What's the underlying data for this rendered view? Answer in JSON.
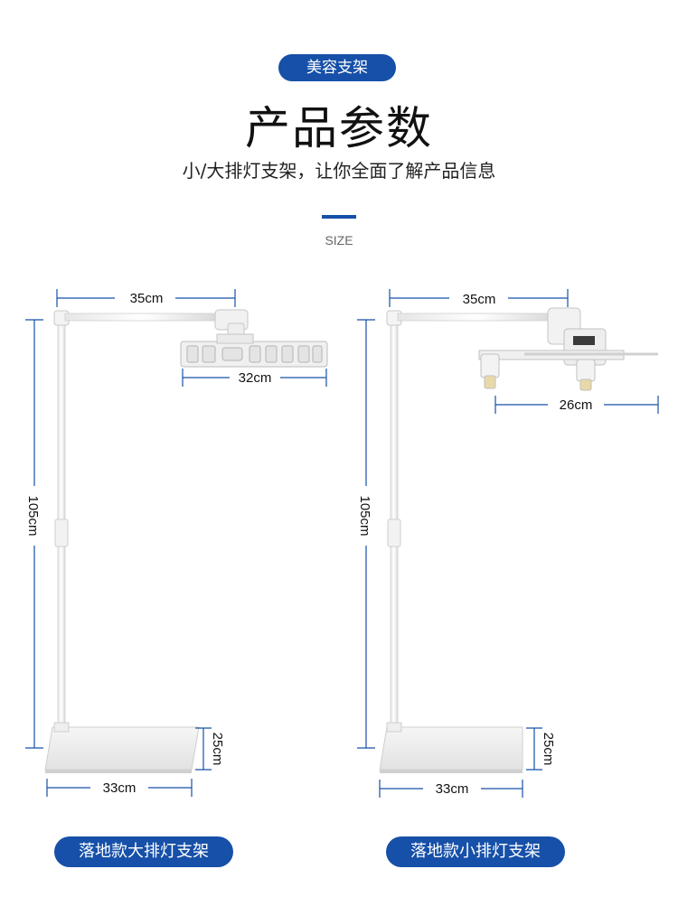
{
  "header": {
    "badge": "美容支架",
    "title": "产品参数",
    "subtitle": "小/大排灯支架，让你全面了解产品信息",
    "size_label": "SIZE"
  },
  "products": [
    {
      "label": "落地款大排灯支架",
      "dims": {
        "arm": "35cm",
        "lamp": "32cm",
        "height": "105cm",
        "base_depth": "25cm",
        "base_width": "33cm"
      }
    },
    {
      "label": "落地款小排灯支架",
      "dims": {
        "arm": "35cm",
        "lamp": "26cm",
        "height": "105cm",
        "base_depth": "25cm",
        "base_width": "33cm"
      }
    }
  ],
  "colors": {
    "accent": "#1650a8",
    "dimension_line": "#1650a8"
  }
}
